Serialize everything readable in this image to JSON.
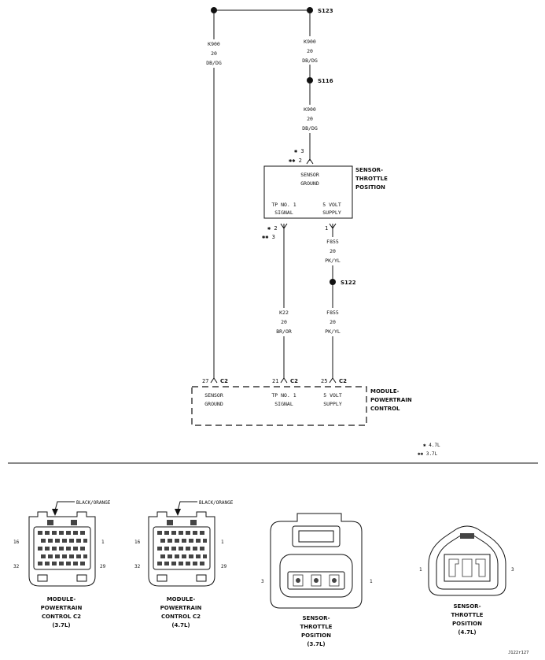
{
  "splices": {
    "s123": "S123",
    "s116": "S116",
    "s122": "S122"
  },
  "wires": {
    "left": {
      "code": "K900",
      "gauge": "20",
      "color": "DB/DG"
    },
    "right_top": {
      "code": "K900",
      "gauge": "20",
      "color": "DB/DG"
    },
    "right_mid": {
      "code": "K900",
      "gauge": "20",
      "color": "DB/DG"
    },
    "tp_signal": {
      "code": "K22",
      "gauge": "20",
      "color": "BR/OR"
    },
    "supply_upper": {
      "code": "F855",
      "gauge": "20",
      "color": "PK/YL"
    },
    "supply_lower": {
      "code": "F855",
      "gauge": "20",
      "color": "PK/YL"
    }
  },
  "sensor": {
    "title_line1": "SENSOR-",
    "title_line2": "THROTTLE",
    "title_line3": "POSITION",
    "ground_line1": "SENSOR",
    "ground_line2": "GROUND",
    "signal_line1": "TP NO. 1",
    "signal_line2": "SIGNAL",
    "supply_line1": "5 VOLT",
    "supply_line2": "SUPPLY",
    "pin_ground_a": "✱ 3",
    "pin_ground_b": "✱✱ 2",
    "pin_signal_a": "✱ 2",
    "pin_signal_b": "✱✱ 3",
    "pin_supply": "1"
  },
  "pcm": {
    "title_line1": "MODULE-",
    "title_line2": "POWERTRAIN",
    "title_line3": "CONTROL",
    "pin_ground": "27",
    "pin_signal": "21",
    "pin_supply": "25",
    "connector": "C2",
    "ground_line1": "SENSOR",
    "ground_line2": "GROUND",
    "signal_line1": "TP NO. 1",
    "signal_line2": "SIGNAL",
    "supply_line1": "5 VOLT",
    "supply_line2": "SUPPLY"
  },
  "legend": {
    "l1": "✱ 4.7L",
    "l2": "✱✱ 3.7L"
  },
  "connectors": {
    "pcm_37": {
      "color_label": "BLACK/ORANGE",
      "pin_tl": "16",
      "pin_tr": "1",
      "pin_bl": "32",
      "pin_br": "29",
      "cap1": "MODULE-",
      "cap2": "POWERTRAIN",
      "cap3": "CONTROL C2",
      "cap4": "(3.7L)"
    },
    "pcm_47": {
      "color_label": "BLACK/ORANGE",
      "pin_tl": "16",
      "pin_tr": "1",
      "pin_bl": "32",
      "pin_br": "29",
      "cap1": "MODULE-",
      "cap2": "POWERTRAIN",
      "cap3": "CONTROL C2",
      "cap4": "(4.7L)"
    },
    "tps_37": {
      "pin_l": "3",
      "pin_r": "1",
      "cap1": "SENSOR-",
      "cap2": "THROTTLE",
      "cap3": "POSITION",
      "cap4": "(3.7L)"
    },
    "tps_47": {
      "pin_l": "1",
      "pin_r": "3",
      "cap1": "SENSOR-",
      "cap2": "THROTTLE",
      "cap3": "POSITION",
      "cap4": "(4.7L)"
    }
  },
  "figure_id": "J122r127"
}
